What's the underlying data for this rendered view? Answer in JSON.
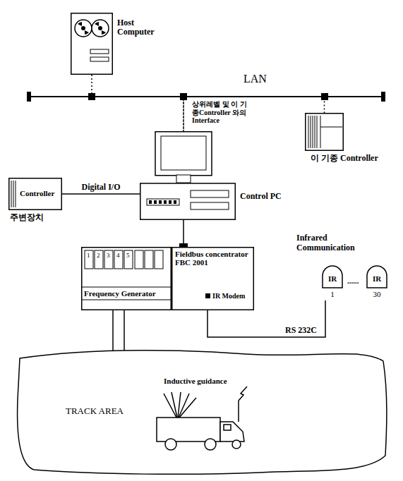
{
  "diagram": {
    "nodes": [
      {
        "text": [
          "Host Computer"
        ]
      },
      {
        "text": [
          "이 기종 Controller"
        ]
      },
      {
        "text": [
          "Controller",
          "주변장치"
        ]
      },
      {
        "text": [
          "Control PC"
        ]
      },
      {
        "text": [
          "Frequency Generator"
        ]
      },
      {
        "text": [
          "Fieldbus concentrator FBC 2001"
        ]
      },
      {
        "text": [
          "IR Modem"
        ],
        "in": 5
      },
      {
        "text": [
          "IR",
          "1"
        ]
      },
      {
        "text": [
          "IR",
          "30"
        ]
      },
      {
        "text": [
          "TRACK AREA"
        ]
      }
    ],
    "edges": [
      {
        "from": 0,
        "to": 3,
        "arrow": "none"
      },
      {
        "from": 3,
        "to": 1,
        "arrow": "none"
      },
      {
        "from": 2,
        "to": 3,
        "label": "Digital I/O",
        "arrow": "none"
      },
      {
        "from": 3,
        "to": 5,
        "arrow": "none"
      },
      {
        "from": 6,
        "to": 7,
        "label": "RS 232C",
        "arrow": "none"
      },
      {
        "from": 4,
        "to": 9,
        "arrow": "none"
      },
      {
        "from": 4,
        "to": 9,
        "arrow": "none"
      }
    ],
    "labels": [
      "LAN",
      "상위레벨 및 이 기종Controller 와의 Interface",
      "Infrared Communication",
      "1",
      "2",
      "3",
      "4",
      "5",
      "......",
      "Inductive guidance"
    ]
  }
}
